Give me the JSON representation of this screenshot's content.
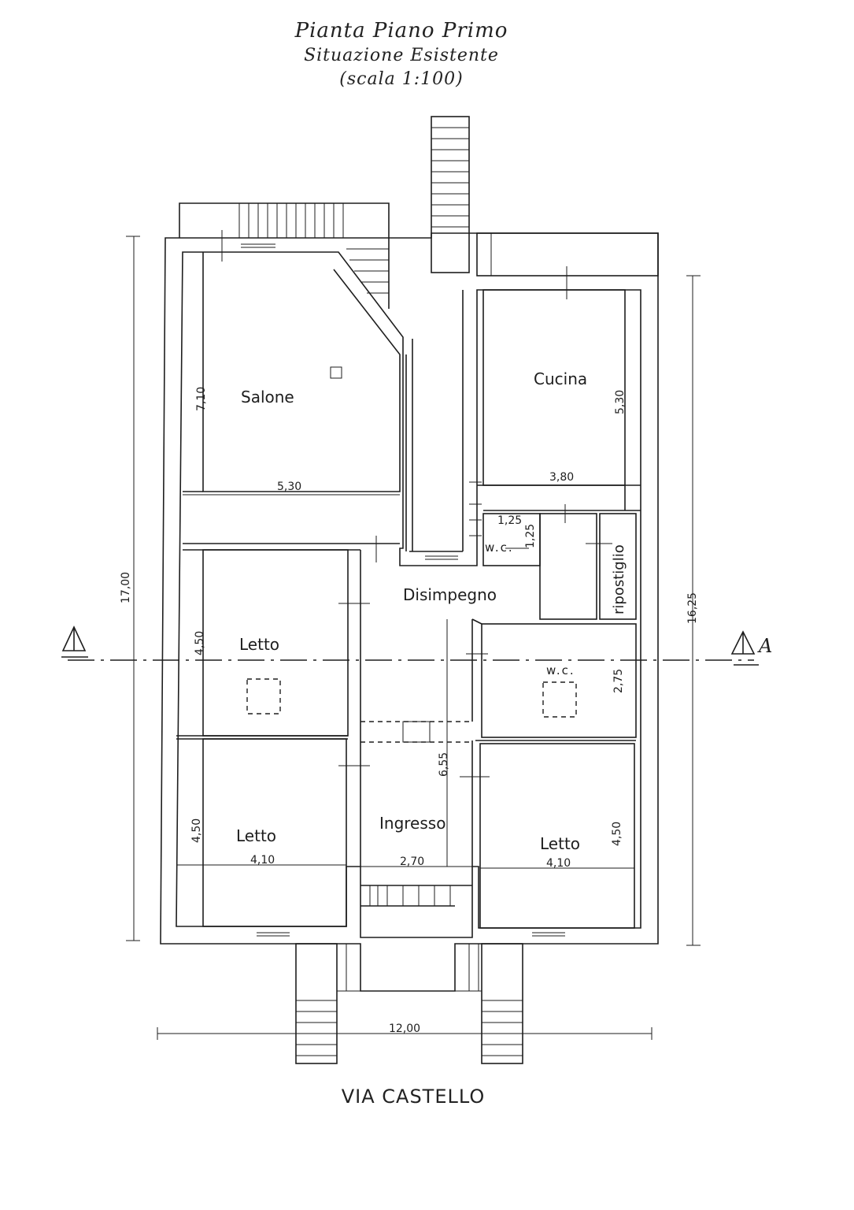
{
  "title": {
    "line1": "Pianta Piano Primo",
    "line2": "Situazione Esistente",
    "line3": "(scala 1:100)"
  },
  "rooms": {
    "salone": "Salone",
    "cucina": "Cucina",
    "disimpegno": "Disimpegno",
    "letto_1": "Letto",
    "letto_2": "Letto",
    "letto_3": "Letto",
    "ingresso": "Ingresso",
    "wc_1": "w.c.",
    "wc_2": "w.c.",
    "ripostiglio": "ripostiglio"
  },
  "dimensions": {
    "salone_height": "7,10",
    "salone_width": "5,30",
    "cucina_height": "5,30",
    "cucina_width": "3,80",
    "wc_w": "1,25",
    "wc_h": "1,25",
    "letto1_height": "4,50",
    "wc2_height": "2,75",
    "ingresso_length": "6,55",
    "letto2_height": "4,50",
    "letto2_width": "4,10",
    "ingresso_width": "2,70",
    "letto3_height": "4,50",
    "letto3_width": "4,10",
    "total_height_left": "17,00",
    "total_height_right": "16,25",
    "total_width": "12,00"
  },
  "section_marker": "A",
  "street": "VIA CASTELLO"
}
